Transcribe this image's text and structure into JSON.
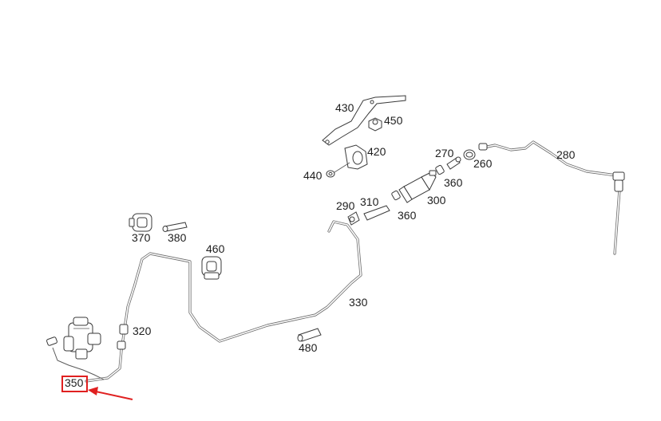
{
  "labels": {
    "p260": "260",
    "p270": "270",
    "p280": "280",
    "p290": "290",
    "p300": "300",
    "p310": "310",
    "p320": "320",
    "p330": "330",
    "p350": "350",
    "p360a": "360",
    "p360b": "360",
    "p370": "370",
    "p380": "380",
    "p420": "420",
    "p430": "430",
    "p440": "440",
    "p450": "450",
    "p460": "460",
    "p480": "480"
  },
  "highlight": {
    "part": "350",
    "color": "#e02020"
  }
}
